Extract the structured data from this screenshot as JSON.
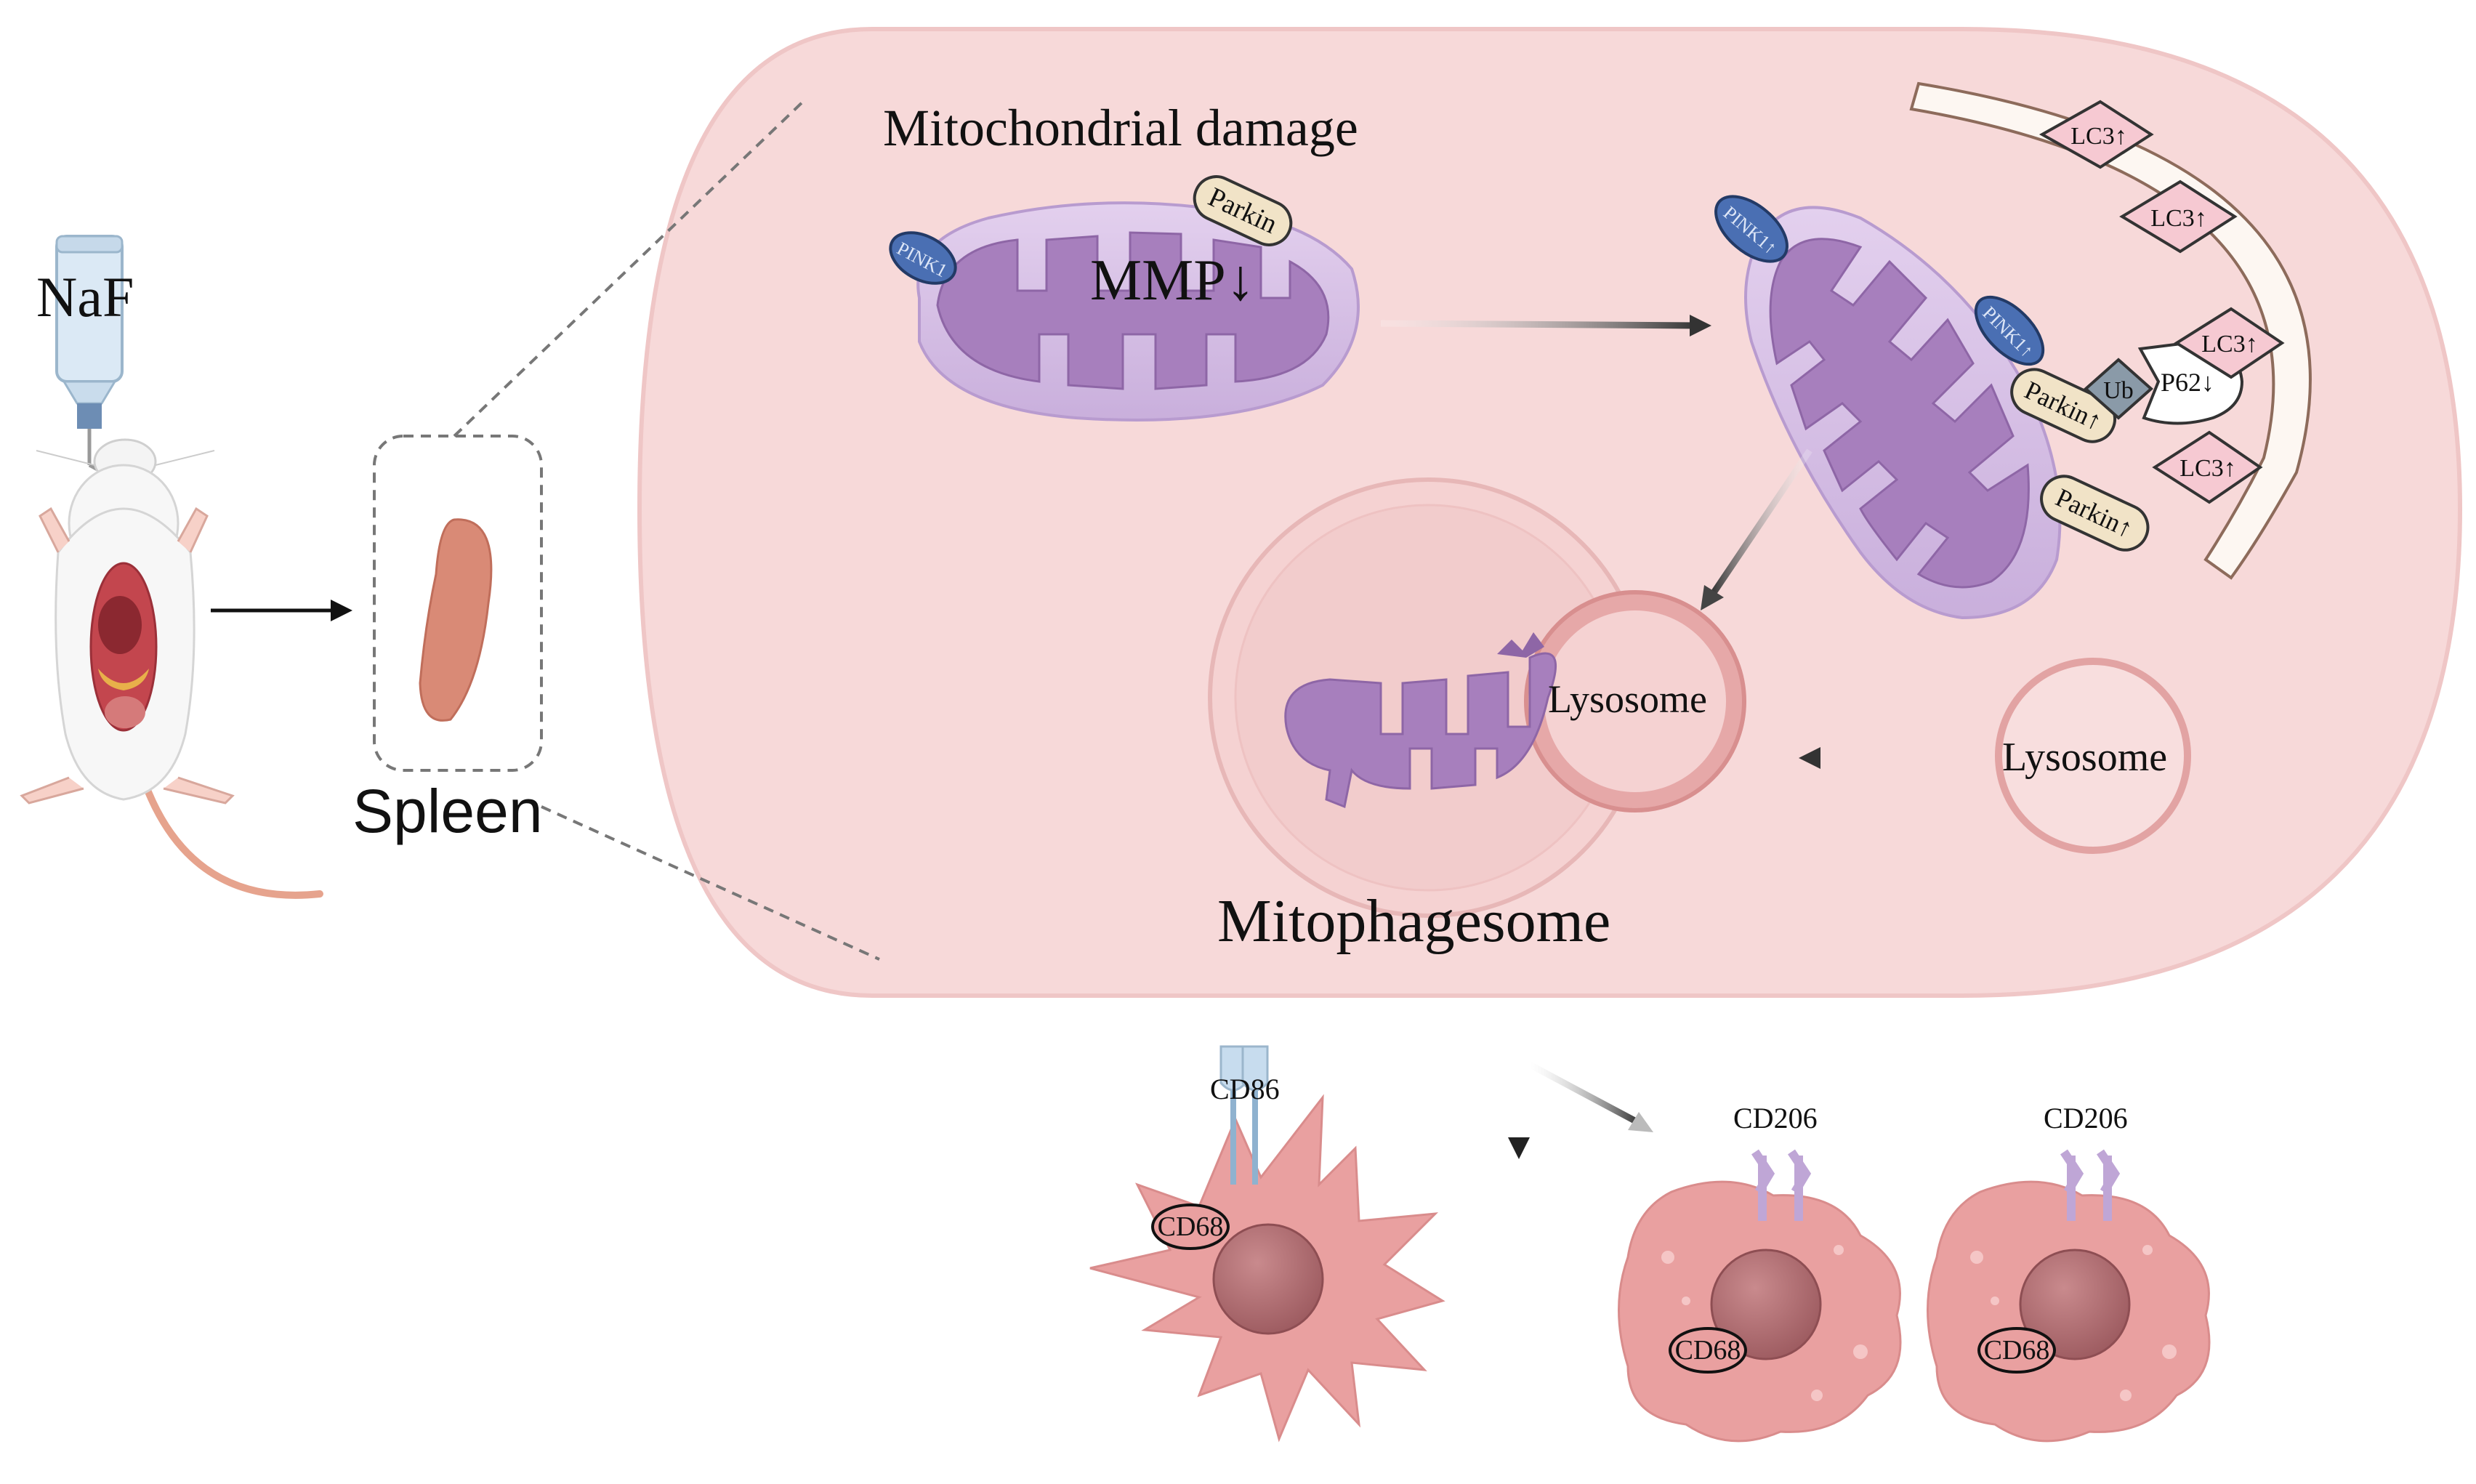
{
  "labels": {
    "naf": "NaF",
    "spleen": "Spleen",
    "mito_damage": "Mitochondrial damage",
    "mmp": "MMP↓",
    "pink1_left": "PINK1",
    "parkin_left": "Parkin",
    "pink1_right_top": "PINK1↑",
    "pink1_right_mid": "PINK1↑",
    "parkin_right_1": "Parkin↑",
    "parkin_right_2": "Parkin↑",
    "ub": "Ub",
    "p62": "P62↓",
    "lc3_1": "LC3↑",
    "lc3_2": "LC3↑",
    "lc3_3": "LC3↑",
    "lc3_4": "LC3↑",
    "lysosome_fused": "Lysosome",
    "lysosome_free": "Lysosome",
    "mitophagesome": "Mitophagesome",
    "cd86": "CD86",
    "cd68_m1": "CD68",
    "cd206_a": "CD206",
    "cd206_b": "CD206",
    "cd68_m2a": "CD68",
    "cd68_m2b": "CD68"
  },
  "colors": {
    "cell_bg": "#f7d9d9",
    "cell_border": "#efc4c4",
    "mito_outer": "#d9c3e6",
    "mito_inner": "#a77fbd",
    "pink1": "#4a6fb3",
    "parkin": "#f1e3c7",
    "lc3": "#f6c9d2",
    "ub": "#8a9aa8",
    "lysosome": "#e6a8a8",
    "macrophage": "#e9a0a0",
    "nucleus": "#b06c70"
  },
  "icons": [
    "water-bottle-icon",
    "rat-icon",
    "spleen-icon",
    "mitochondrion-icon",
    "macrophage-icon"
  ]
}
